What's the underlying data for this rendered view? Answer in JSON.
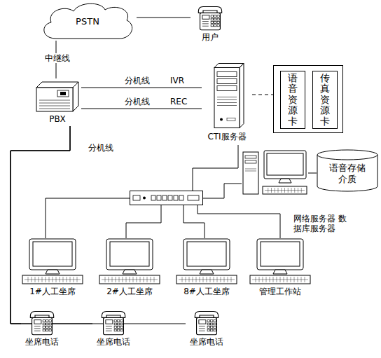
{
  "diagram": {
    "nodes": [
      {
        "text": [
          "PSTN"
        ]
      },
      {
        "text": [
          "用户"
        ]
      },
      {
        "text": [
          "PBX"
        ]
      },
      {
        "text": [
          "CTI服务器"
        ]
      },
      {
        "text": []
      },
      {
        "text": [
          "语音资源卡"
        ],
        "in": 4
      },
      {
        "text": [
          "传真资源卡"
        ],
        "in": 4
      },
      {
        "text": []
      },
      {
        "text": [
          "网络服务器 数据库服务器"
        ]
      },
      {
        "text": [
          "语音存储介质"
        ]
      },
      {
        "text": [
          "1#人工坐席"
        ]
      },
      {
        "text": [
          "2#人工坐席"
        ]
      },
      {
        "text": [
          "8#人工坐席"
        ]
      },
      {
        "text": [
          "管理工作站"
        ]
      },
      {
        "text": [
          "坐席电话"
        ]
      },
      {
        "text": [
          "坐席电话"
        ]
      },
      {
        "text": [
          "坐席电话"
        ]
      }
    ],
    "edges": [
      {
        "from": 0,
        "to": 1,
        "arrow": "none"
      },
      {
        "from": 0,
        "to": 2,
        "label": "中继线",
        "arrow": "none"
      },
      {
        "from": 2,
        "to": 3,
        "label": "分机线",
        "arrow": "none"
      },
      {
        "from": 2,
        "to": 3,
        "label": "分机线",
        "arrow": "none"
      },
      {
        "from": 3,
        "to": 4,
        "arrow": "none"
      },
      {
        "from": 2,
        "to": 14,
        "label": "分机线",
        "arrow": "none"
      },
      {
        "from": 2,
        "to": 15,
        "arrow": "none"
      },
      {
        "from": 2,
        "to": 16,
        "arrow": "none"
      },
      {
        "from": 3,
        "to": 7,
        "arrow": "none"
      },
      {
        "from": 7,
        "to": 8,
        "arrow": "none"
      },
      {
        "from": 8,
        "to": 9,
        "arrow": "none"
      },
      {
        "from": 7,
        "to": 10,
        "arrow": "none"
      },
      {
        "from": 7,
        "to": 11,
        "arrow": "none"
      },
      {
        "from": 7,
        "to": 12,
        "arrow": "none"
      },
      {
        "from": 7,
        "to": 13,
        "arrow": "none"
      }
    ],
    "labels": [
      "IVR",
      "REC"
    ]
  }
}
